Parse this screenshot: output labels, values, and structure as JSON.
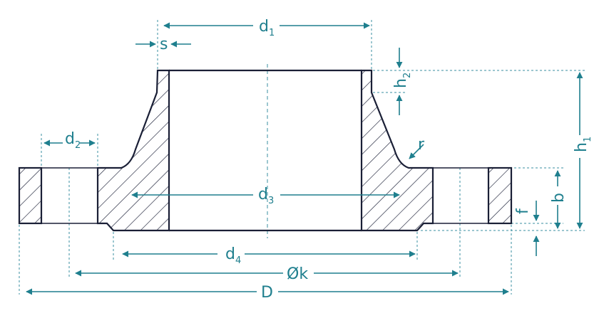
{
  "labels": {
    "d1": {
      "main": "d",
      "sub": "1"
    },
    "s": {
      "main": "s"
    },
    "h2": {
      "main": "h",
      "sub": "2"
    },
    "h1": {
      "main": "h",
      "sub": "1"
    },
    "d2": {
      "main": "d",
      "sub": "2"
    },
    "r": {
      "main": "r"
    },
    "d3": {
      "main": "d",
      "sub": "3"
    },
    "b": {
      "main": "b"
    },
    "f": {
      "main": "f"
    },
    "d4": {
      "main": "d",
      "sub": "4"
    },
    "k": {
      "main": "Øk"
    },
    "D": {
      "main": "D"
    }
  },
  "colors": {
    "dimension": "#1f7f8e",
    "outline": "#1a1f36",
    "extension": "#3a8fa0",
    "background": "#ffffff"
  }
}
